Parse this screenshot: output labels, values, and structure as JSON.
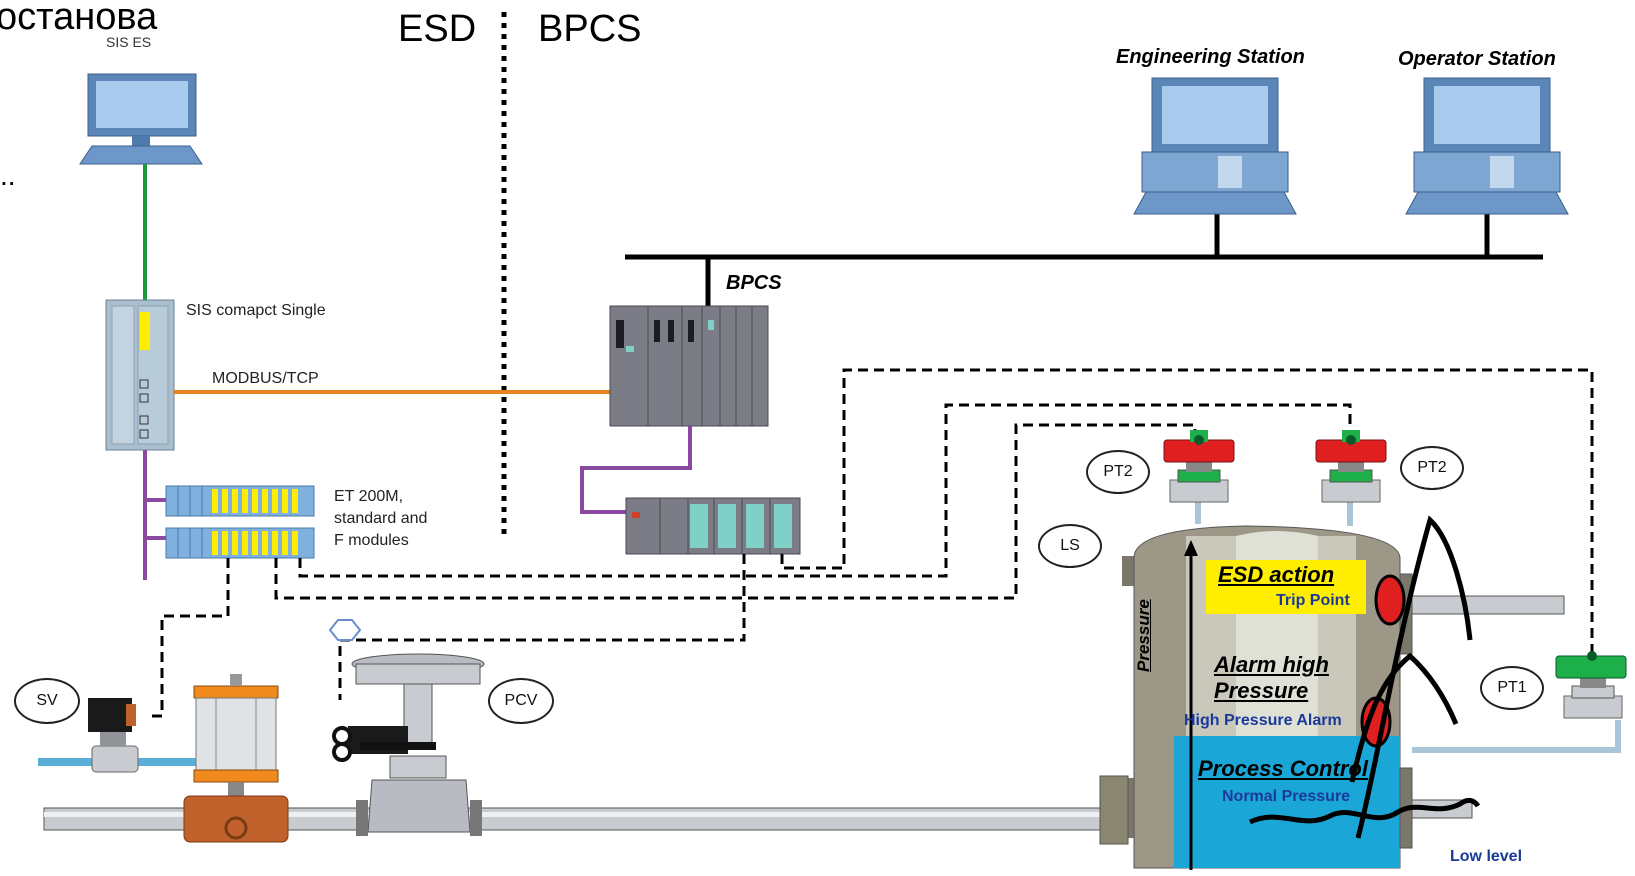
{
  "title_fragment": "останова",
  "sis_es": "SIS ES",
  "ellipsis": "..",
  "esd": "ESD",
  "bpcs_header": "BPCS",
  "engineering_station": "Engineering Station",
  "operator_station": "Operator Station",
  "bpcs_controller": "BPCS",
  "sis_compact": "SIS comapct Single",
  "modbus": "MODBUS/TCP",
  "et200m": [
    "ET 200M,",
    "standard and",
    "F modules"
  ],
  "tags": {
    "pt2_left": "PT2",
    "pt2_right": "PT2",
    "ls": "LS",
    "pt1": "PT1",
    "sv": "SV",
    "pcv": "PCV"
  },
  "vessel": {
    "esd_action": "ESD action",
    "trip_point": "Trip Point",
    "alarm_high_line1": "Alarm high",
    "alarm_high_line2": "Pressure",
    "high_pressure_alarm": "High Pressure Alarm",
    "process_control": "Process Control",
    "normal_pressure": "Normal Pressure",
    "pressure_axis": "Pressure",
    "low_level": "Low level"
  },
  "colors": {
    "green_link": "#1a9a3a",
    "orange_link": "#e8821c",
    "purple_bus": "#8a4aa0",
    "screen_blue": "#9fc4ea",
    "esd_yellow": "#ffee00",
    "process_blue": "#1aa7d8",
    "valve_red": "#e02020",
    "valve_green": "#1db04a"
  }
}
